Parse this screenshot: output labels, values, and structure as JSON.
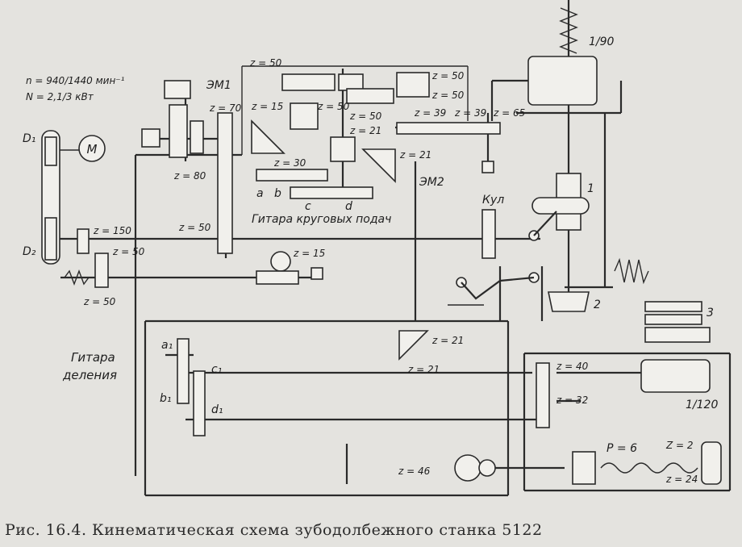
{
  "caption": "Рис. 16.4. Кинематическая схема зубодолбежного станка 5122",
  "motor": {
    "symbol": "M",
    "speed": "n = 940/1440 мин⁻¹",
    "power": "N = 2,1/3 кВт"
  },
  "pulleys": {
    "d1": "D₁",
    "d2": "D₂"
  },
  "electromagnets": {
    "em1": "ЭМ1",
    "em2": "ЭМ2"
  },
  "cam": "Кул",
  "guitar_feed": {
    "title": "Гитара круговых подач",
    "a": "a",
    "b": "b",
    "c": "c",
    "d": "d"
  },
  "guitar_division": {
    "title_line1": "Гитара",
    "title_line2": "деления",
    "a1": "a₁",
    "b1": "b₁",
    "c1": "c₁",
    "d1": "d₁"
  },
  "ratios": {
    "upper_worm": "1/90",
    "lower_worm": "1/120"
  },
  "pitch": "P = 6",
  "markers": {
    "m1": "1",
    "m2": "2",
    "m3": "3"
  },
  "gear_labels": {
    "z50_top": "z = 50",
    "z50_r1": "z = 50",
    "z50_r2": "z = 50",
    "z50_m": "z = 50",
    "z15_a": "z = 15",
    "z50_b": "z = 50",
    "z70": "z = 70",
    "z21_a": "z = 21",
    "z21_b": "z = 21",
    "z39_a": "z = 39",
    "z39_b": "z = 39",
    "z65": "z = 65",
    "z30": "z = 30",
    "z80": "z = 80",
    "z150": "z = 150",
    "z50_c": "z = 50",
    "z50_d": "z = 50",
    "z15_b": "z = 15",
    "z50_e": "z = 50",
    "z21_c": "z = 21",
    "z21_d": "z = 21",
    "z40": "z = 40",
    "z32": "z = 32",
    "z46": "z = 46",
    "z2": "Z = 2",
    "z24": "z = 24"
  }
}
